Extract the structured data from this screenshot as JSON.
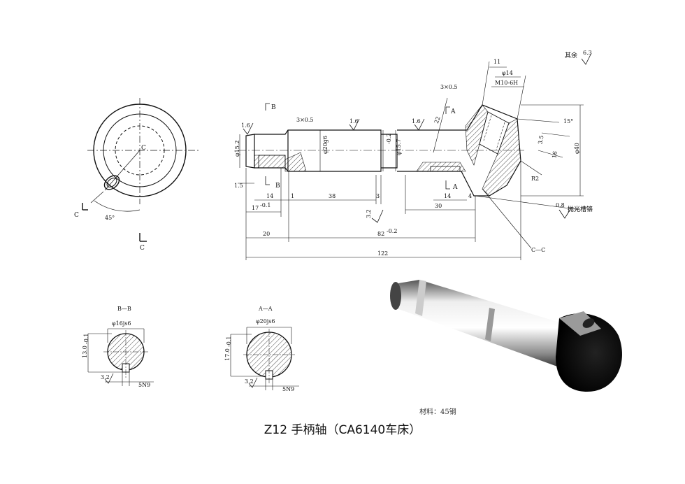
{
  "caption": "Z12  手柄轴（CA6140车床）",
  "material": "材料：45钢",
  "roughness_rest": "其余",
  "roughness_rest_value": "6.3",
  "front_view": {
    "center_label": "C",
    "angle": "45°",
    "section_mark_left": "C",
    "section_mark_bottom": "C"
  },
  "main_view": {
    "section_b": "B",
    "section_a": "A",
    "chamfer_left": "3×0.5",
    "chamfer_right": "3×0.5",
    "ra_left": "1.6",
    "ra_mid": "1.6",
    "ra_right": "1.6",
    "ra_bottom": "3.2",
    "ra_finish": "0.8",
    "finish_note": "抛光槽铬",
    "dia_left": "φ15.2",
    "dia_mid": "φ20g6",
    "dia_groove": "φ15.7",
    "dia_groove_tol": "-0.2",
    "dia_right": "φ40",
    "dim_1_5": "1.5",
    "dim_14_left": "14",
    "dim_1": "1",
    "dim_38": "38",
    "dim_3": "3",
    "dim_14_right": "14",
    "dim_4": "4",
    "dim_17": "17",
    "dim_17_tol": "-0.1",
    "dim_30": "30",
    "dim_20": "20",
    "dim_82": "82",
    "dim_82_tol": "-0.2",
    "dim_122": "122",
    "dim_11": "11",
    "dim_phi14": "φ14",
    "thread": "M10-6H",
    "dim_22": "22",
    "dim_3_5": "3.5",
    "dim_16": "16",
    "angle_15": "15°",
    "radius": "R2",
    "section_cc": "C—C"
  },
  "section_bb": {
    "title": "B—B",
    "dia": "φ16js6",
    "height": "13.0",
    "height_tol": "-0.1",
    "ra": "3.2",
    "key": "5N9"
  },
  "section_aa": {
    "title": "A—A",
    "dia": "φ20js6",
    "height": "17.0",
    "height_tol": "-0.1",
    "ra": "3.2",
    "key": "5N9"
  }
}
